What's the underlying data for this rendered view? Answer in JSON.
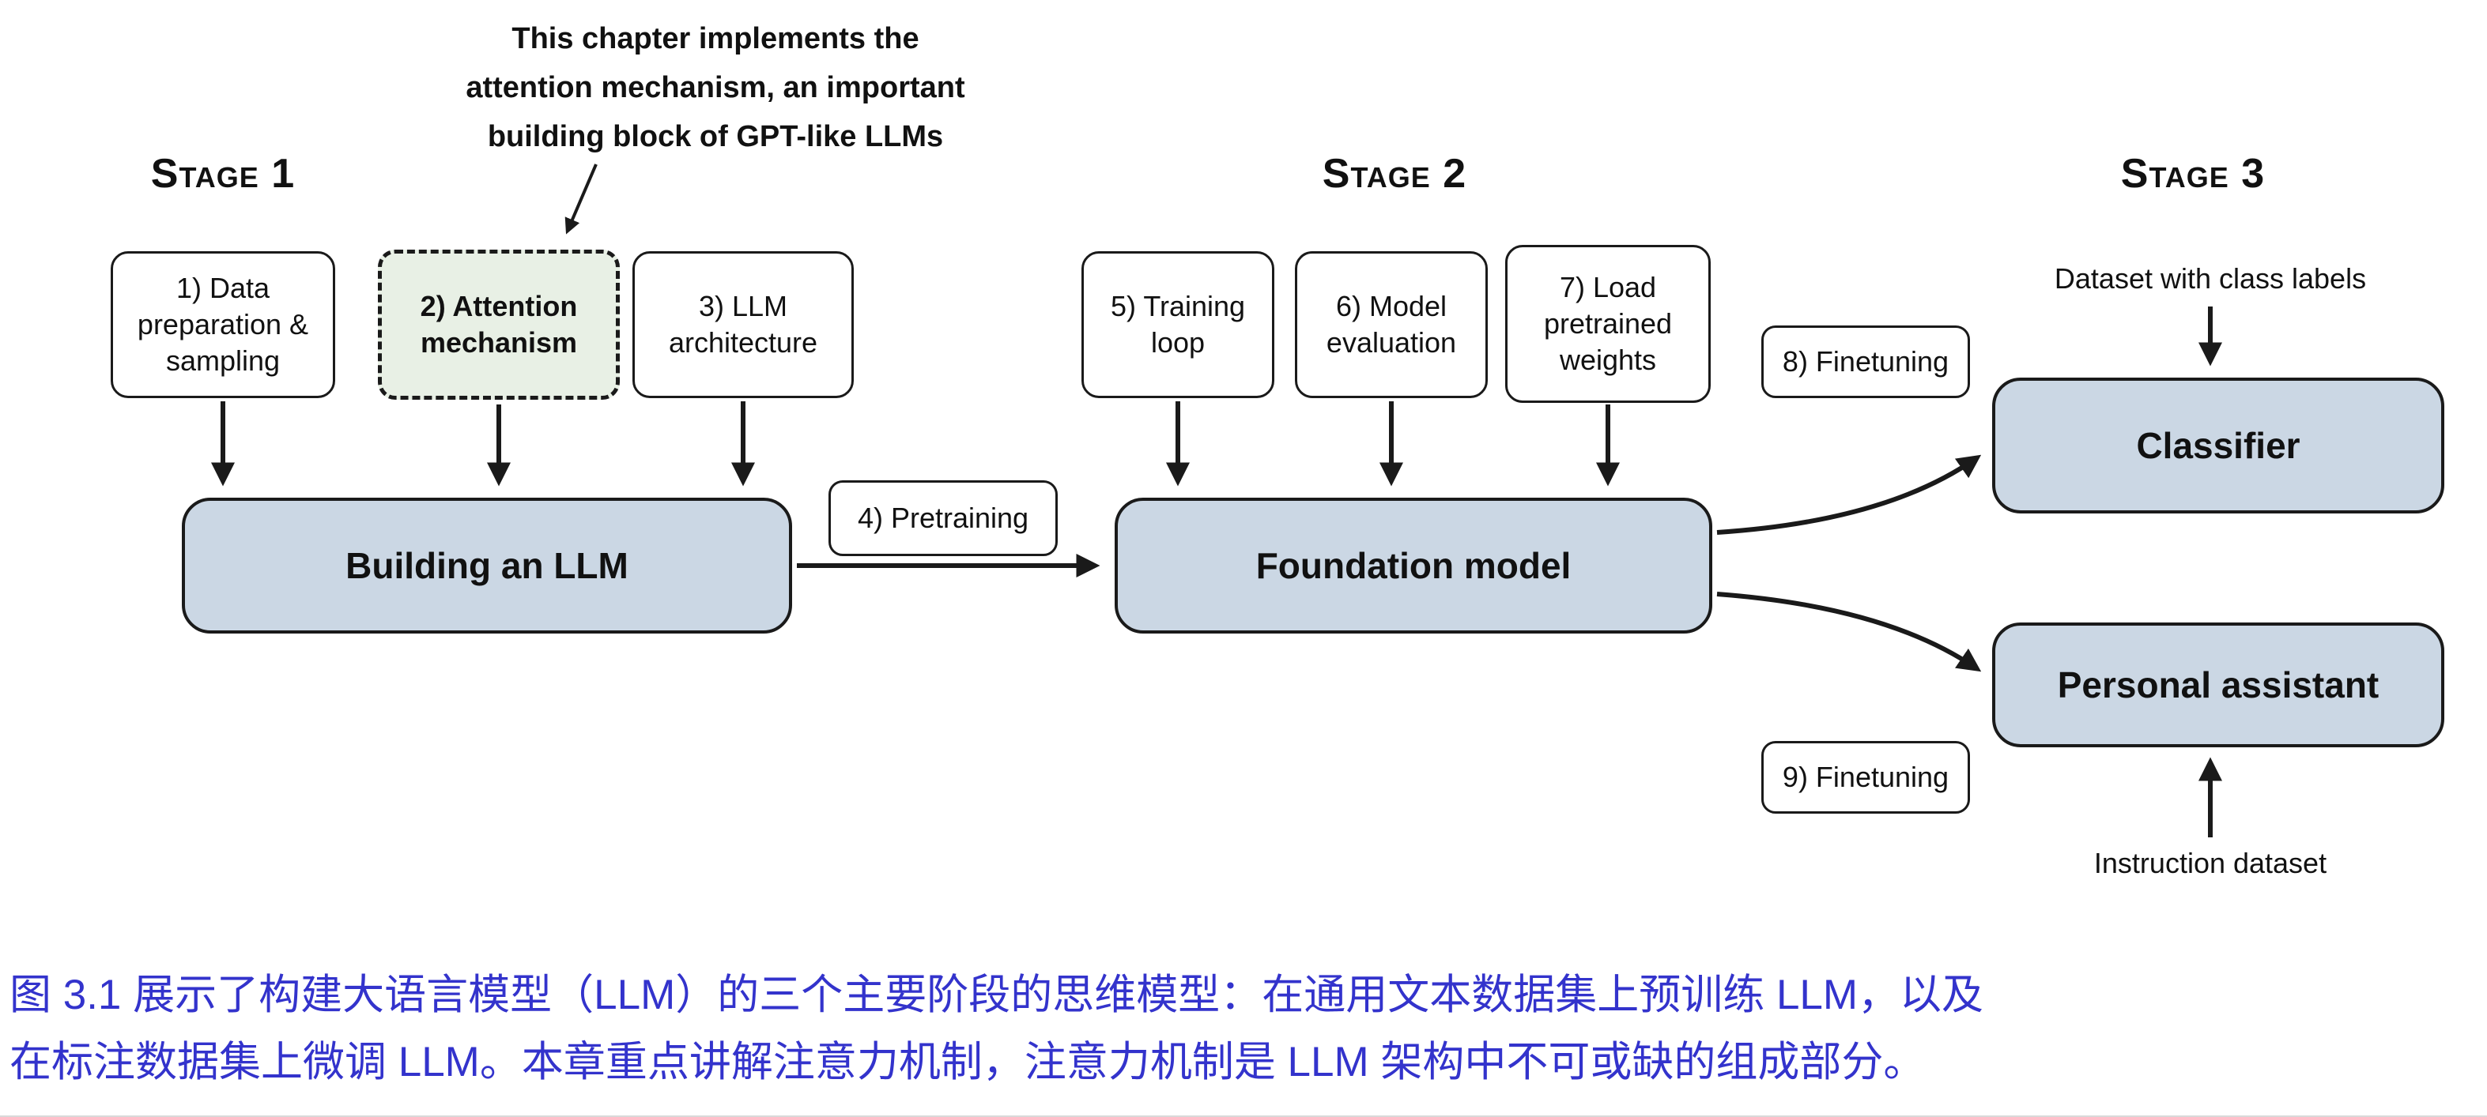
{
  "annotation": {
    "line1": "This chapter implements the",
    "line2": "attention mechanism, an important",
    "line3": "building block of GPT-like LLMs"
  },
  "stages": {
    "stage1": "Stage 1",
    "stage2": "Stage 2",
    "stage3": "Stage 3"
  },
  "boxes": {
    "step1": "1) Data preparation & sampling",
    "step2": "2) Attention mechanism",
    "step3": "3) LLM architecture",
    "step4": "4) Pretraining",
    "step5": "5) Training loop",
    "step6": "6) Model evaluation",
    "step7": "7) Load pretrained weights",
    "step8": "8) Finetuning",
    "step9": "9) Finetuning",
    "building_llm": "Building an LLM",
    "foundation_model": "Foundation model",
    "classifier": "Classifier",
    "personal_assistant": "Personal assistant"
  },
  "labels": {
    "dataset_class": "Dataset with class labels",
    "instruction_dataset": "Instruction dataset"
  },
  "caption": {
    "line1": "图 3.1 展示了构建大语言模型（LLM）的三个主要阶段的思维模型：在通用文本数据集上预训练 LLM，以及",
    "line2": "在标注数据集上微调 LLM。本章重点讲解注意力机制，注意力机制是 LLM 架构中不可或缺的组成部分。"
  },
  "colors": {
    "box_fill_blue": "#cbd7e4",
    "attention_fill": "#e8f0e5",
    "caption_blue": "#3333cc",
    "arrow_black": "#1a1a1a"
  }
}
